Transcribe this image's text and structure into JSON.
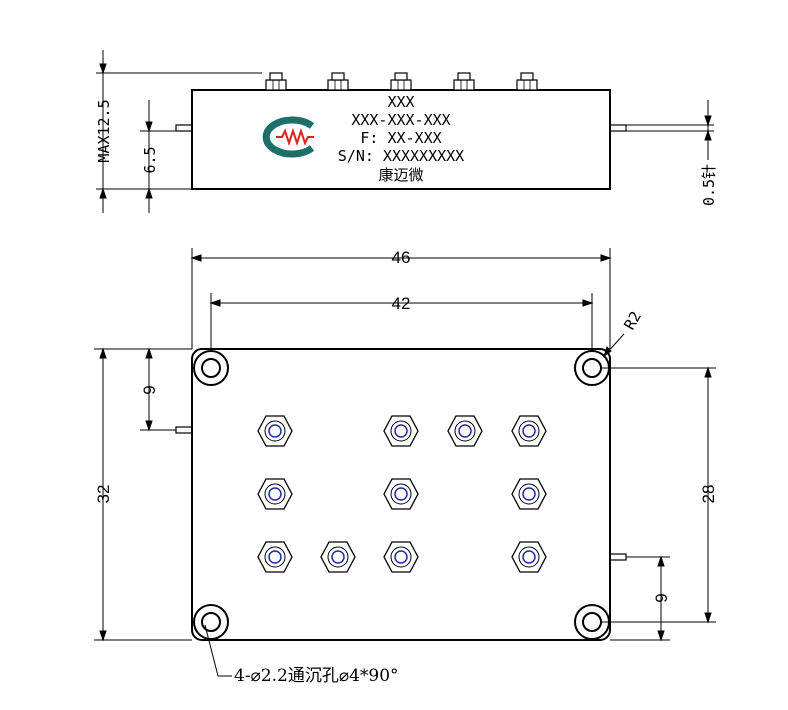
{
  "side_view": {
    "label_line1": "XXX",
    "label_line2": "XXX-XXX-XXX",
    "label_line3": "F: XX-XXX",
    "label_line4": "S/N: XXXXXXXXX",
    "label_line5": "康迈微",
    "dim_max_height": "MAX12.5",
    "dim_body_height": "6.5",
    "dim_pin": "0.5针"
  },
  "top_view": {
    "dim_total_width": "46",
    "dim_hole_spacing_x": "42",
    "dim_corner_radius": "R2",
    "dim_total_height": "32",
    "dim_hole_spacing_y": "28",
    "dim_left_pin_offset": "9",
    "dim_right_pin_offset": "9",
    "hole_note": "4-⌀2.2通沉孔⌀4*90°"
  },
  "colors": {
    "logo_teal": "#1e6e6a",
    "logo_red": "#d8251f",
    "connector_blue": "#1a2ea8",
    "line": "#000000"
  }
}
